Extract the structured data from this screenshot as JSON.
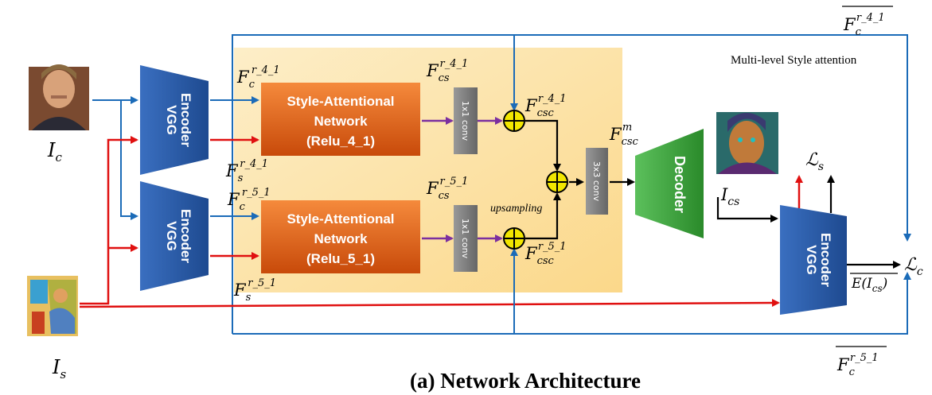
{
  "caption": "(a) Network Architecture",
  "msa_label": "Multi-level Style attention",
  "upsampling_label": "upsampling",
  "encoders": {
    "top": {
      "line1": "VGG",
      "line2": "Encoder"
    },
    "bottom": {
      "line1": "VGG",
      "line2": "Encoder"
    },
    "output": {
      "line1": "VGG",
      "line2": "Encoder"
    }
  },
  "decoder_label": "Decoder",
  "san_top": {
    "line1": "Style-Attentional",
    "line2": "Network",
    "line3": "(Relu_4_1)"
  },
  "san_bottom": {
    "line1": "Style-Attentional",
    "line2": "Network",
    "line3": "(Relu_5_1)"
  },
  "conv_top": "1x1 conv",
  "conv_bottom": "1x1 conv",
  "conv_merge": "3x3 conv",
  "math": {
    "Ic": "I",
    "Ic_sub": "c",
    "Is": "I",
    "Is_sub": "s",
    "Ics": "I",
    "Ics_sub": "cs",
    "F": "F",
    "c": "c",
    "s": "s",
    "cs": "cs",
    "csc": "csc",
    "r41": "r_4_1",
    "r51": "r_5_1",
    "m": "m",
    "Ls": "ℒ",
    "Ls_sub": "s",
    "Lc": "ℒ",
    "Lc_sub": "c",
    "E_Ics": "E(I",
    "E_Ics_sub": "cs",
    "E_Ics_close": ")"
  },
  "colors": {
    "blue_line": "#1b6bb8",
    "red_line": "#e01010",
    "purple_line": "#7b2fa0",
    "panel": "#fde7b0",
    "encoder": "#2c5aa0",
    "decoder": "#3a9a3a",
    "san": "#e8661c",
    "conv": "#7a7a7a",
    "add": "#f2e600"
  }
}
